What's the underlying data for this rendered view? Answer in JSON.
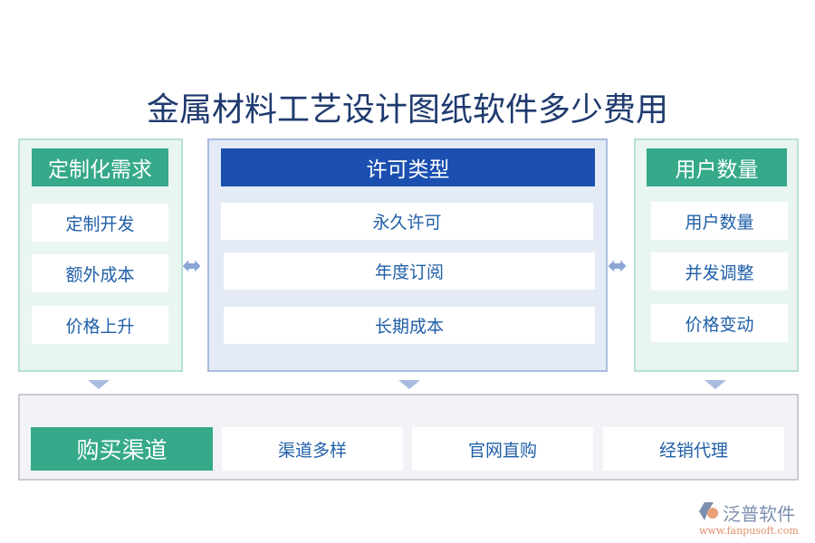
{
  "title": "金属材料工艺设计图纸软件多少费用",
  "left": {
    "header": "定制化需求",
    "items": [
      "定制开发",
      "额外成本",
      "价格上升"
    ]
  },
  "middle": {
    "header": "许可类型",
    "items": [
      "永久许可",
      "年度订阅",
      "长期成本"
    ]
  },
  "right": {
    "header": "用户数量",
    "items": [
      "用户数量",
      "并发调整",
      "价格变动"
    ]
  },
  "bottom": {
    "header": "购买渠道",
    "items": [
      "渠道多样",
      "官网直购",
      "经销代理"
    ]
  },
  "logo": {
    "name": "泛普软件",
    "url": "www.fanpusoft.com"
  },
  "colors": {
    "green": "#35a98a",
    "blue": "#1b4fb0",
    "text": "#1f5fa8"
  }
}
